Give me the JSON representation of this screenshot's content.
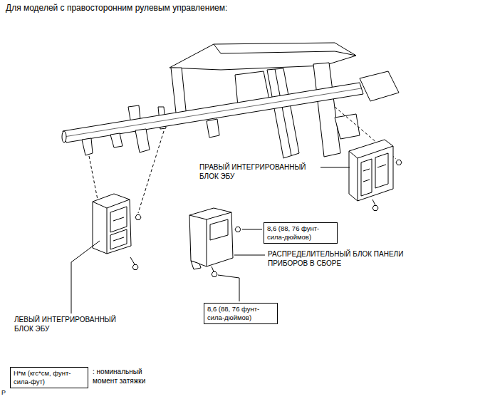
{
  "diagram": {
    "title": "Для моделей с правосторонним рулевым управлением:",
    "nodes": [
      {
        "text": [
          "8,6 (88, 76 фунт-сила-дюймов)"
        ]
      },
      {
        "text": [
          "8,6 (88, 76 фунт-сила-дюймов)"
        ]
      },
      {
        "text": [
          "Н*м (кгс*см, фунт-сила-фут)"
        ]
      }
    ],
    "labels": [
      "ПРАВЫЙ ИНТЕГРИРОВАННЫЙ БЛОК ЭБУ",
      "РАСПРЕДЕЛИТЕЛЬНЫЙ БЛОК ПАНЕЛИ ПРИБОРОВ В СБОРЕ",
      "ЛЕВЫЙ ИНТЕГРИРОВАННЫЙ БЛОК ЭБУ",
      "P"
    ],
    "legend": [
      {
        "text": ": номинальный момент затяжки"
      }
    ]
  }
}
